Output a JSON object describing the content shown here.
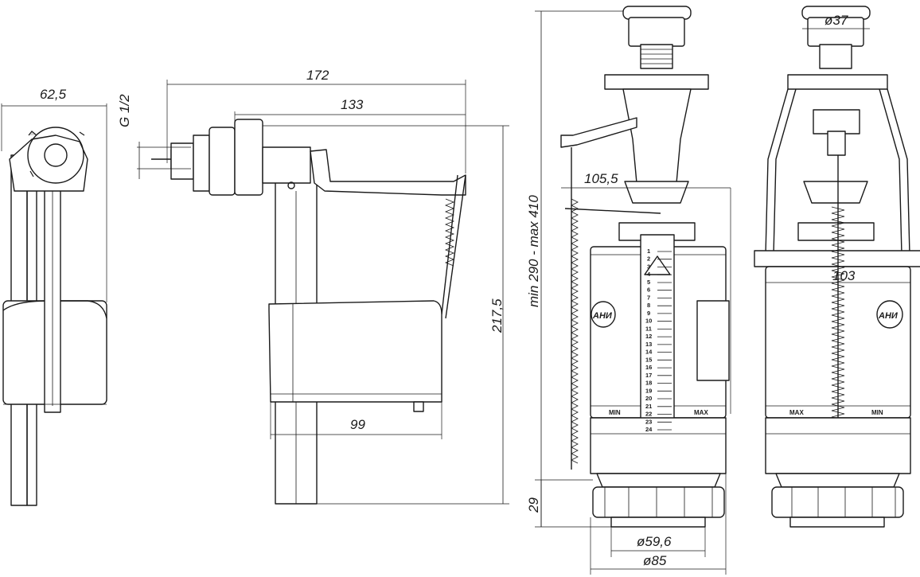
{
  "fill_valve": {
    "side_width": "62,5",
    "thread": "G 1/2",
    "overall_length": "172",
    "arm_length": "133",
    "height": "217,5",
    "float_width": "99"
  },
  "flush_valve": {
    "height_range": "min 290 - max 410",
    "lever_reach": "105,5",
    "button_diameter": "ø37",
    "body_width": "103",
    "thread_height": "29",
    "outlet_inner": "ø59,6",
    "outlet_outer": "ø85",
    "scale_marks": [
      "1",
      "2",
      "3",
      "4",
      "5",
      "6",
      "7",
      "8",
      "9",
      "10",
      "11",
      "12",
      "13",
      "14",
      "15",
      "16",
      "17",
      "18",
      "19",
      "20",
      "21",
      "22",
      "23",
      "24"
    ],
    "min_label": "MIN",
    "max_label": "MAX",
    "logo_text": "АНИ"
  }
}
